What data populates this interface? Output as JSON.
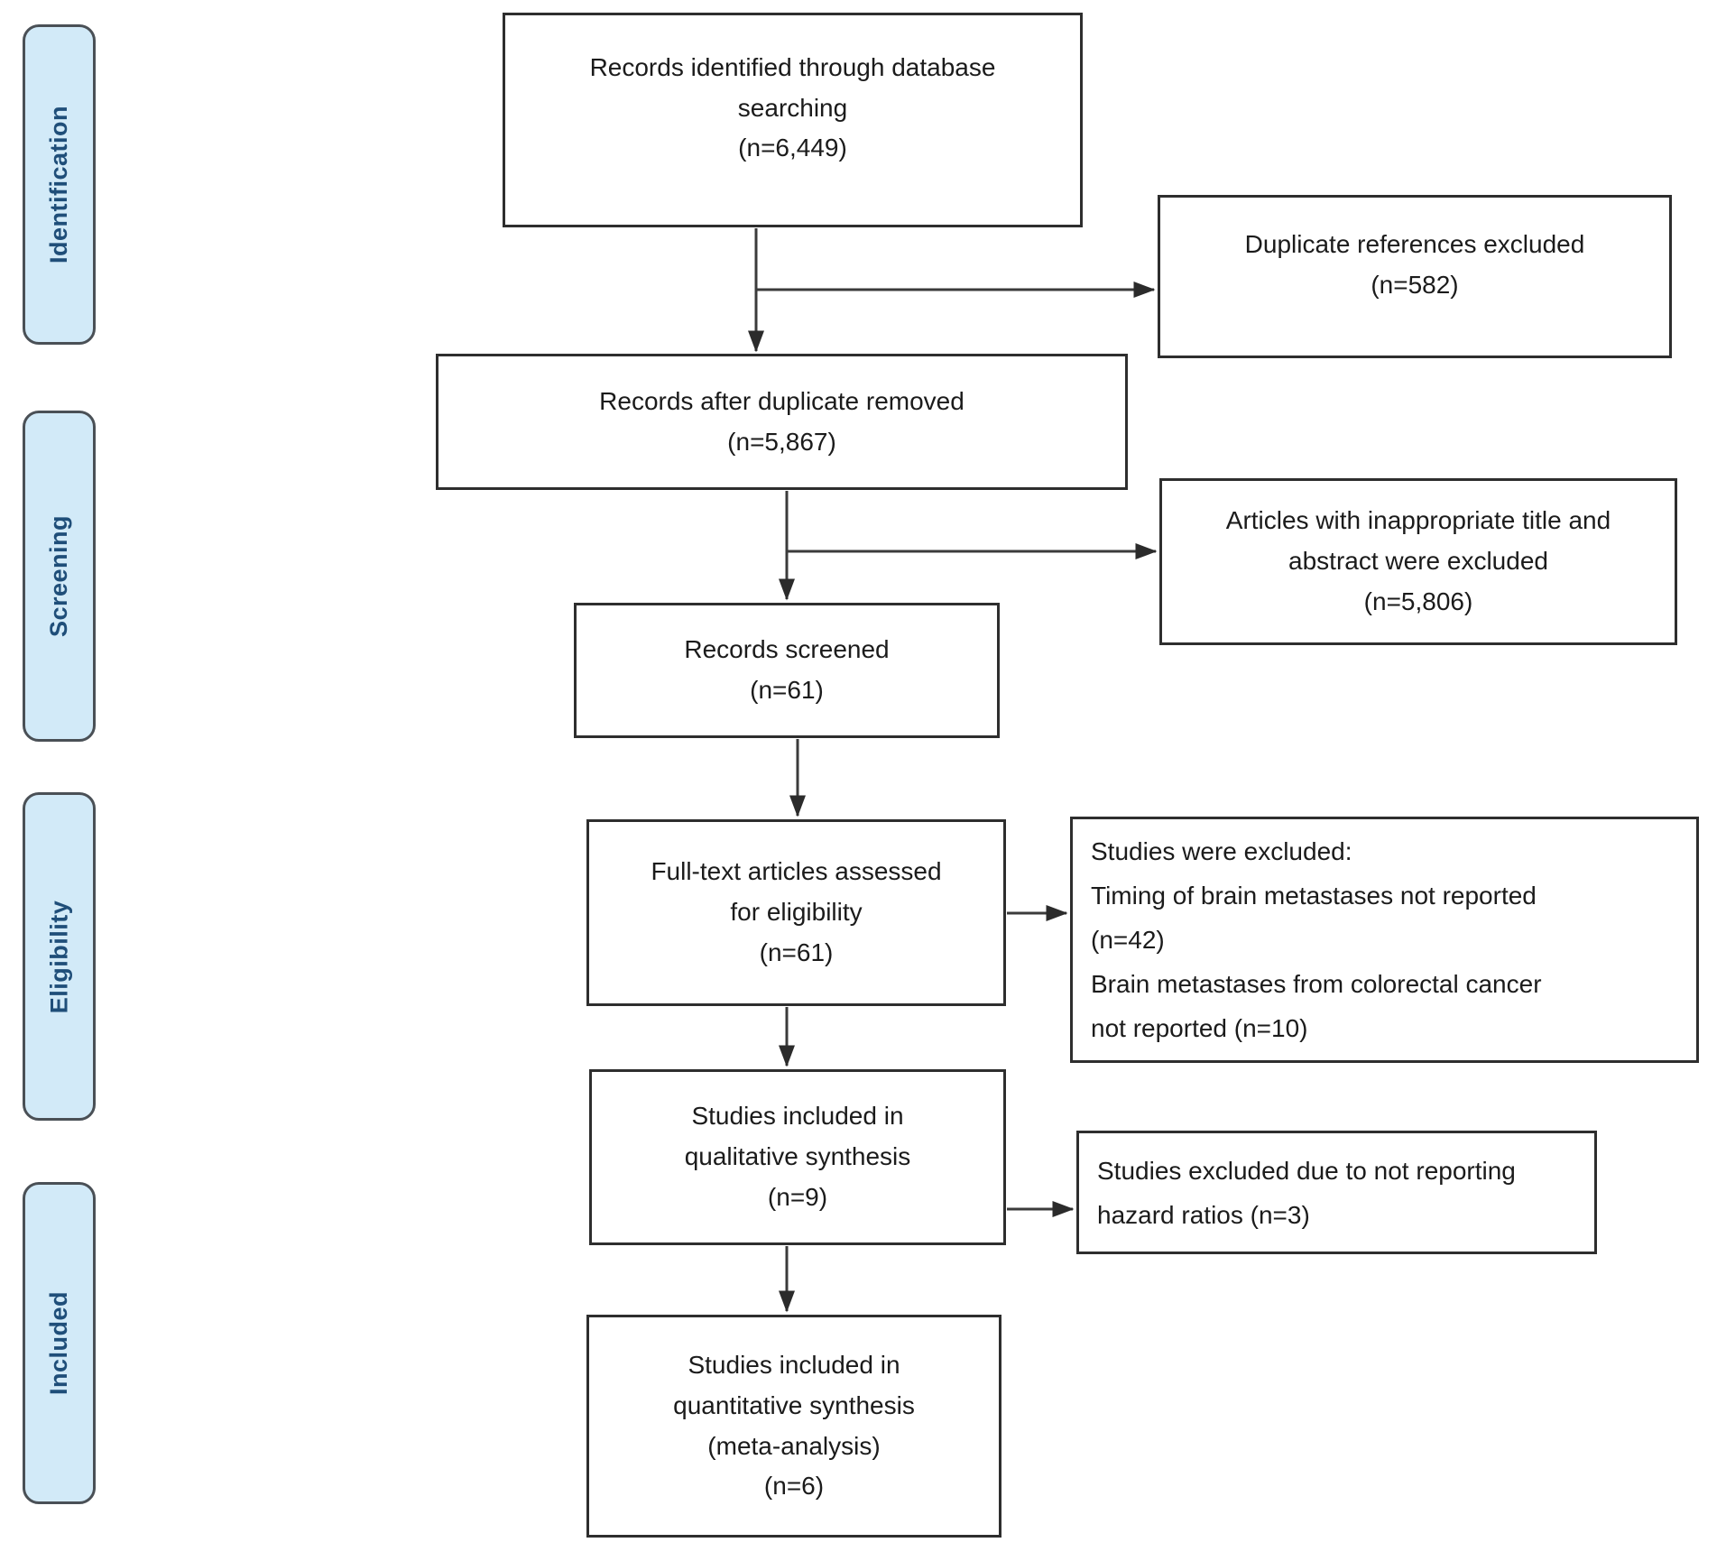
{
  "colors": {
    "stage_fill": "#d2eaf8",
    "stage_border": "#4a5056",
    "stage_text": "#1f4e79",
    "box_border": "#2e2e2e",
    "box_text": "#1b1b1b",
    "connector": "#3b3b3b",
    "background": "#ffffff"
  },
  "stages": [
    {
      "label": "Identification"
    },
    {
      "label": "Screening"
    },
    {
      "label": "Eligibility"
    },
    {
      "label": "Included"
    }
  ],
  "flow": {
    "identified": {
      "lines": [
        "Records identified through database",
        "searching",
        "(n=6,449)"
      ]
    },
    "deduplicated": {
      "lines": [
        "Records after duplicate removed",
        "(n=5,867)"
      ]
    },
    "screened": {
      "lines": [
        "Records screened",
        "(n=61)"
      ]
    },
    "fulltext": {
      "lines": [
        "Full-text articles assessed",
        "for eligibility",
        "(n=61)"
      ]
    },
    "qualitative": {
      "lines": [
        "Studies included in",
        "qualitative synthesis",
        "(n=9)"
      ]
    },
    "quantitative": {
      "lines": [
        "Studies included in",
        "quantitative synthesis",
        "(meta-analysis)",
        "(n=6)"
      ]
    }
  },
  "exclusions": {
    "duplicates": {
      "lines": [
        "Duplicate references excluded",
        "(n=582)"
      ]
    },
    "title_abstract": {
      "lines": [
        "Articles with inappropriate title and",
        "abstract were excluded",
        "(n=5,806)"
      ]
    },
    "fulltext_reasons": {
      "lines": [
        "Studies were excluded:",
        "Timing of brain metastases not reported",
        "(n=42)",
        "Brain metastases from colorectal cancer",
        "not reported (n=10)"
      ]
    },
    "no_hazard": {
      "lines": [
        "Studies excluded due to not reporting",
        "hazard ratios (n=3)"
      ]
    }
  }
}
